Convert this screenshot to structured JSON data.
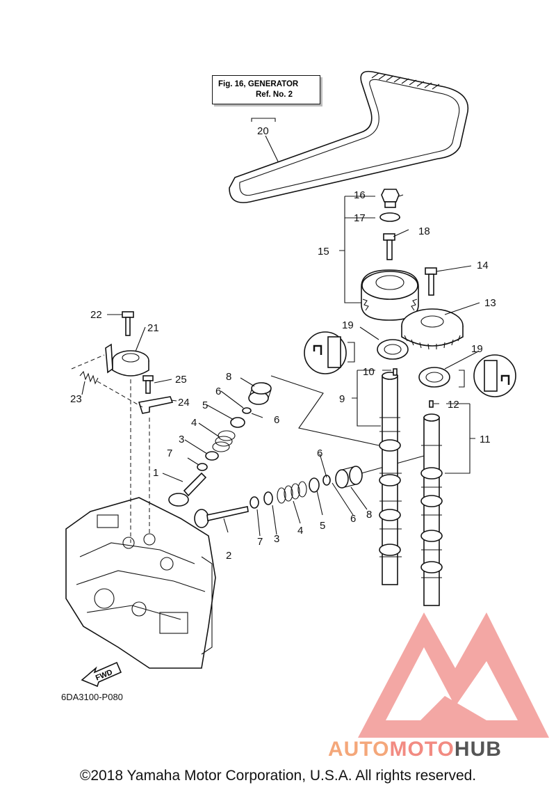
{
  "figure_ref": {
    "line1": "Fig. 16, GENERATOR",
    "line2": "Ref. No. 2"
  },
  "fwd_label": "FWD",
  "diagram_code": "6DA3100-P080",
  "copyright": "©2018 Yamaha Motor Corporation, U.S.A. All rights reserved.",
  "watermark": {
    "part1": "AUTO",
    "part2": "MOTO",
    "part3": "HUB",
    "color1": "#f4a77a",
    "color2": "#f28b82",
    "color3": "#555555"
  },
  "callouts": {
    "c1": "1",
    "c2": "2",
    "c3a": "3",
    "c3b": "3",
    "c4a": "4",
    "c4b": "4",
    "c5a": "5",
    "c5b": "5",
    "c6a": "6",
    "c6b": "6",
    "c6c": "6",
    "c6d": "6",
    "c7a": "7",
    "c7b": "7",
    "c8a": "8",
    "c8b": "8",
    "c9": "9",
    "c10": "10",
    "c11": "11",
    "c12": "12",
    "c13": "13",
    "c14": "14",
    "c15": "15",
    "c16": "16",
    "c17": "17",
    "c18": "18",
    "c19a": "19",
    "c19b": "19",
    "c20": "20",
    "c21": "21",
    "c22": "22",
    "c23": "23",
    "c24": "24",
    "c25": "25"
  }
}
